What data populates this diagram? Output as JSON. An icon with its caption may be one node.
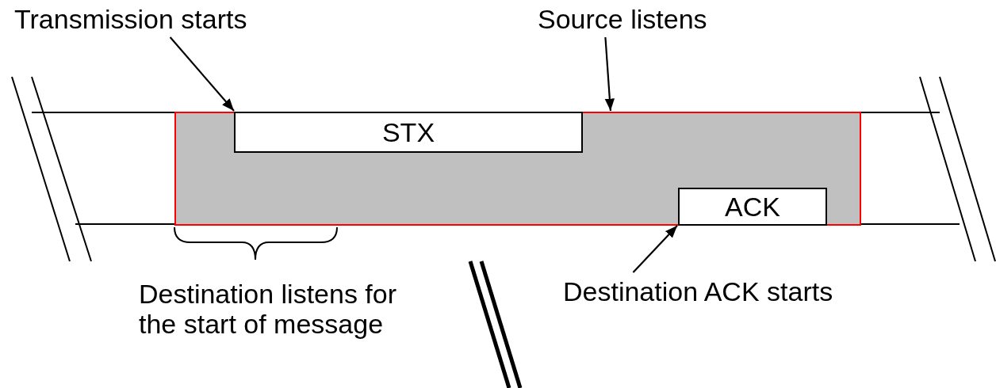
{
  "diagram": {
    "nodes": [
      {
        "text": [
          "Transmission starts"
        ]
      },
      {
        "text": [
          "Source listens"
        ]
      },
      {
        "text": [],
        "shape": "box"
      },
      {
        "text": [
          "STX"
        ],
        "in": 2
      },
      {
        "text": [
          "ACK"
        ],
        "in": 2
      },
      {
        "text": [
          "Destination ACK starts"
        ]
      }
    ],
    "edges": [
      {
        "from": 0,
        "to": 3,
        "arrow": "to"
      },
      {
        "from": 1,
        "to": 2,
        "arrow": "to"
      },
      {
        "from": 5,
        "to": 4,
        "arrow": "to"
      }
    ],
    "labels": [
      "Destination listens for the start of message"
    ]
  }
}
